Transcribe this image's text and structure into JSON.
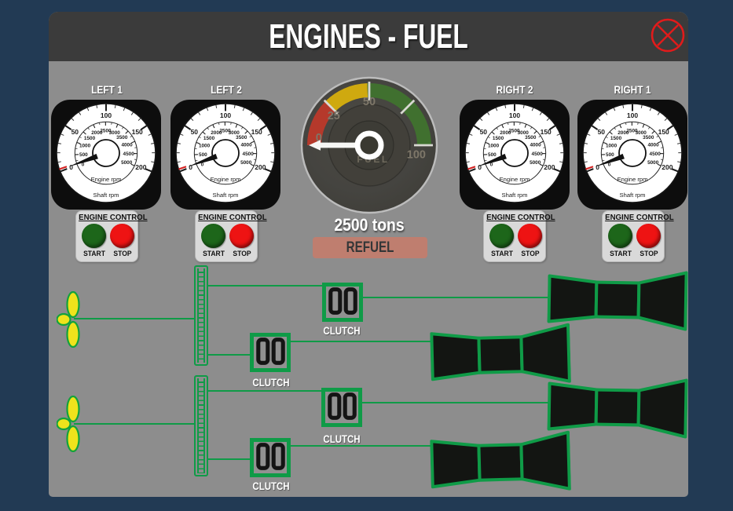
{
  "window": {
    "title": "ENGINES - FUEL"
  },
  "gauge_titles": [
    "LEFT 1",
    "LEFT 2",
    "RIGHT 2",
    "RIGHT 1"
  ],
  "engine_dial": {
    "outer": {
      "majors": [
        0,
        50,
        100,
        150,
        200
      ],
      "minor_step": 10,
      "max": 200,
      "start_angle": 202,
      "end_angle": -22
    },
    "inner": {
      "labels": [
        500,
        1000,
        1500,
        2000,
        2500,
        3000,
        3500,
        4000,
        4500,
        5000
      ],
      "zero_label": "0",
      "step": 500,
      "minor_step": 250,
      "max": 5000,
      "start_angle": 206,
      "end_angle": -24
    },
    "center_label": "Engine rpm",
    "bottom_label": "Shaft rpm",
    "value": 0
  },
  "fuel_gauge": {
    "labels": [
      "0",
      "25",
      "50",
      "100"
    ],
    "ticks": [
      25,
      50,
      75,
      100
    ],
    "zones": [
      {
        "from": 0,
        "to": 24.5,
        "color": "#b5392b"
      },
      {
        "from": 24.5,
        "to": 49,
        "color": "#cfa90f"
      },
      {
        "from": 49,
        "to": 100,
        "color": "#40702f"
      }
    ],
    "center_label": "FUEL",
    "value": 0,
    "min": 0,
    "max": 100,
    "amount": "2500 tons",
    "refuel_label": "REFUEL"
  },
  "engine_control": {
    "title": "ENGINE CONTROL",
    "start_label": "START",
    "stop_label": "STOP"
  },
  "drivetrain": {
    "clutch_label": "CLUTCH"
  },
  "colors": {
    "background": "#223a54",
    "panel": "#8d8d8d",
    "header": "#3b3b3b",
    "diagram_green": "#0f9b47",
    "propeller_yellow": "#efe31c",
    "start_green": "#1d661a",
    "stop_red": "#ee1313",
    "refuel_bg": "#bf7e6f",
    "close_red": "#e11b1b"
  }
}
